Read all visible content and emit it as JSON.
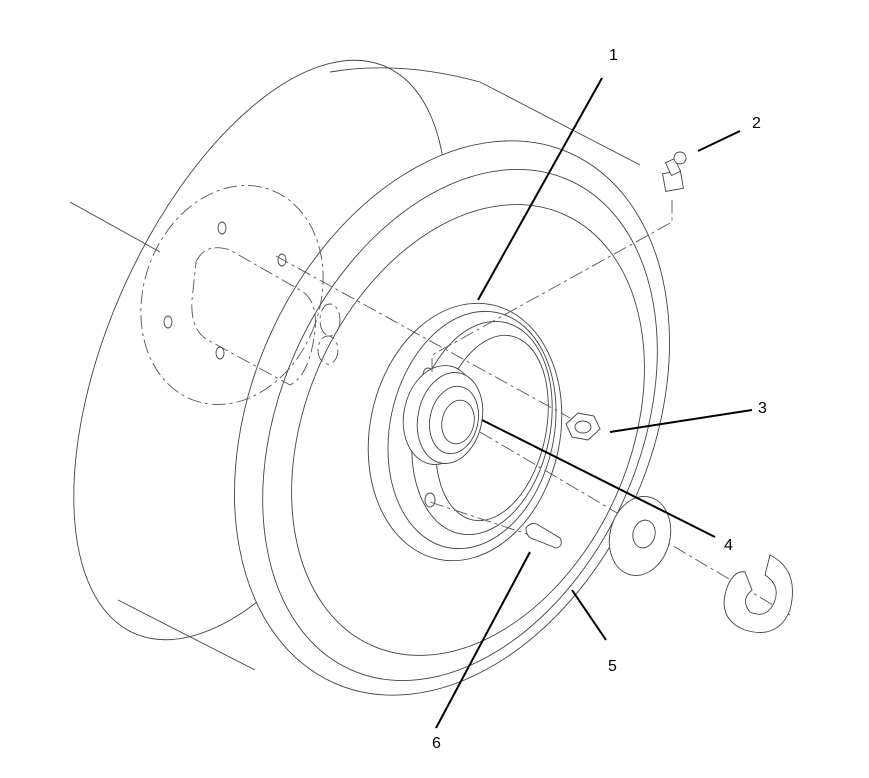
{
  "callouts": [
    {
      "id": "1",
      "label": "1"
    },
    {
      "id": "2",
      "label": "2"
    },
    {
      "id": "3",
      "label": "3"
    },
    {
      "id": "4",
      "label": "4"
    },
    {
      "id": "5",
      "label": "5"
    },
    {
      "id": "6",
      "label": "6"
    }
  ],
  "colors": {
    "line": "#444444",
    "leader": "#000000",
    "background": "#ffffff"
  }
}
